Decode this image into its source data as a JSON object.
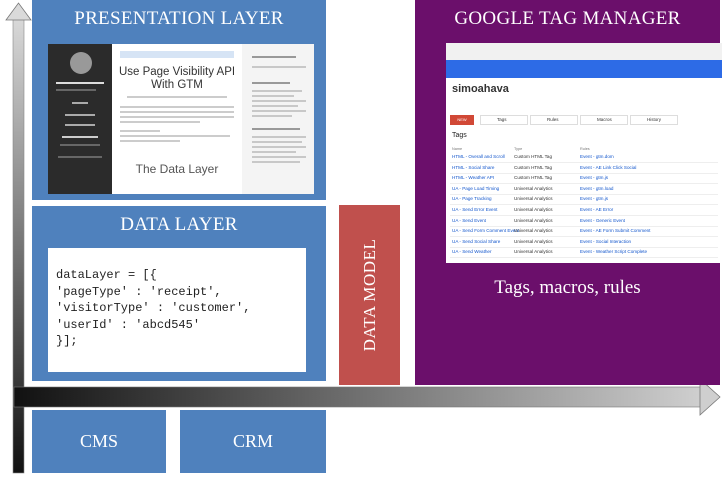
{
  "presentation": {
    "title": "PRESENTATION LAYER",
    "blog_title": "Use Page Visibility API With GTM",
    "blog_subtitle": "The Data Layer"
  },
  "data_layer": {
    "title": "DATA LAYER",
    "code_lines": [
      "dataLayer = [{",
      "'pageType' : 'receipt',",
      "'visitorType' : 'customer',",
      "'userId' : 'abcd545'",
      "}];"
    ]
  },
  "data_model": {
    "label": "DATA MODEL"
  },
  "gtm": {
    "title": "GOOGLE TAG MANAGER",
    "caption": "Tags, macros, rules",
    "account_name": "simoahava",
    "tabs": [
      "Tags",
      "Rules",
      "Macros",
      "History"
    ],
    "new_button": "NEW",
    "tags_heading": "Tags",
    "columns": [
      "Name",
      "Type",
      "Rules"
    ],
    "rows": [
      [
        "HTML - Overall and Scroll",
        "Custom HTML Tag",
        "Event - gtm.dom"
      ],
      [
        "HTML - Social Share",
        "Custom HTML Tag",
        "Event - AE Link Click Social"
      ],
      [
        "HTML - Weather API",
        "Custom HTML Tag",
        "Event - gtm.js"
      ],
      [
        "UA - Page Load Timing",
        "Universal Analytics",
        "Event - gtm.load"
      ],
      [
        "UA - Page Tracking",
        "Universal Analytics",
        "Event - gtm.js"
      ],
      [
        "UA - Send Error Event",
        "Universal Analytics",
        "Event - AE Error"
      ],
      [
        "UA - Send Event",
        "Universal Analytics",
        "Event - Generic Event"
      ],
      [
        "UA - Send Form Comment Event",
        "Universal Analytics",
        "Event - AE Form Submit Comment"
      ],
      [
        "UA - Send Social Share",
        "Universal Analytics",
        "Event - Social Interaction"
      ],
      [
        "UA - Send Weather",
        "Universal Analytics",
        "Event - Weather Script Complete"
      ]
    ]
  },
  "bottom": {
    "cms": "CMS",
    "crm": "CRM"
  },
  "colors": {
    "layer_blue": "#4f81bd",
    "gtm_purple": "#6b0f6b",
    "data_model_red": "#c0504d",
    "gtm_blue_bar": "#2d6be6",
    "gtm_link": "#1155cc"
  }
}
